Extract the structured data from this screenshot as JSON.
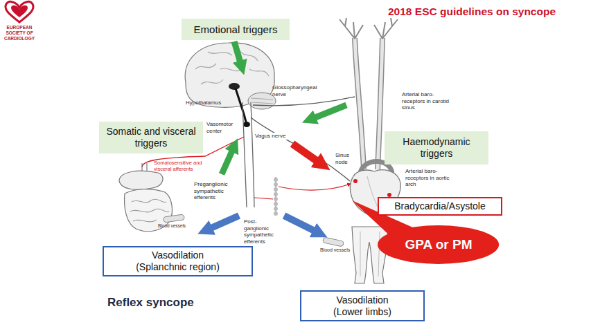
{
  "diagram": {
    "title": "2018 ESC guidelines on syncope",
    "caption": "Reflex syncope",
    "nodes": [
      {
        "text": [
          "Emotional triggers"
        ]
      },
      {
        "text": [
          "Somatic and visceral triggers"
        ]
      },
      {
        "text": [
          "Haemodynamic triggers"
        ]
      },
      {
        "text": [
          "Bradycardia/Asystole"
        ]
      },
      {
        "text": [
          "GPA or PM"
        ]
      },
      {
        "text": [
          "Vasodilation (Splanchnic region)"
        ]
      },
      {
        "text": [
          "Vasodilation (Lower limbs)"
        ]
      }
    ],
    "labels": [
      "EUROPEAN SOCIETY OF CARDIOLOGY",
      "Hypothalamus",
      "Glossopharyngeal nerve",
      "Arterial baro-receptors in carotid sinus",
      "Vasomotor center",
      "Vagus nerve",
      "Sinus node",
      "Arterial baro-receptors in aortic arch",
      "Somatosensitive and visceral afferents",
      "Preganglionic sympathetic efferents",
      "Post-ganglionic sympathetic efferents",
      "Blood vessels",
      "Blood vessels"
    ]
  }
}
